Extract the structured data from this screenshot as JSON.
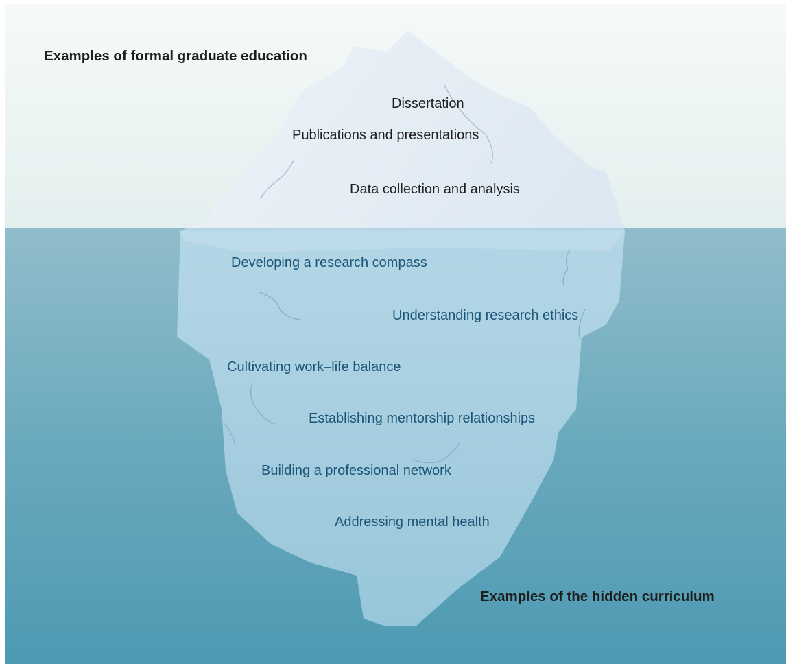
{
  "diagram": {
    "top_heading": "Examples of formal graduate education",
    "bottom_heading": "Examples of the hidden curriculum",
    "above_water": [
      "Dissertation",
      "Publications and presentations",
      "Data collection and analysis"
    ],
    "below_water": [
      "Developing a research compass",
      "Understanding research ethics",
      "Cultivating work–life balance",
      "Establishing mentorship relationships",
      "Building a professional network",
      "Addressing mental health"
    ],
    "colors": {
      "sky_top": "#f5f9f8",
      "sky_bottom": "#e4f0ef",
      "water_top": "#8fbccb",
      "water_bottom": "#4f9cb3",
      "ice_above": "#dfe9f2",
      "ice_below": "#b3d6e4",
      "above_text": "#1f1f1f",
      "below_text": "#1b5577"
    }
  }
}
